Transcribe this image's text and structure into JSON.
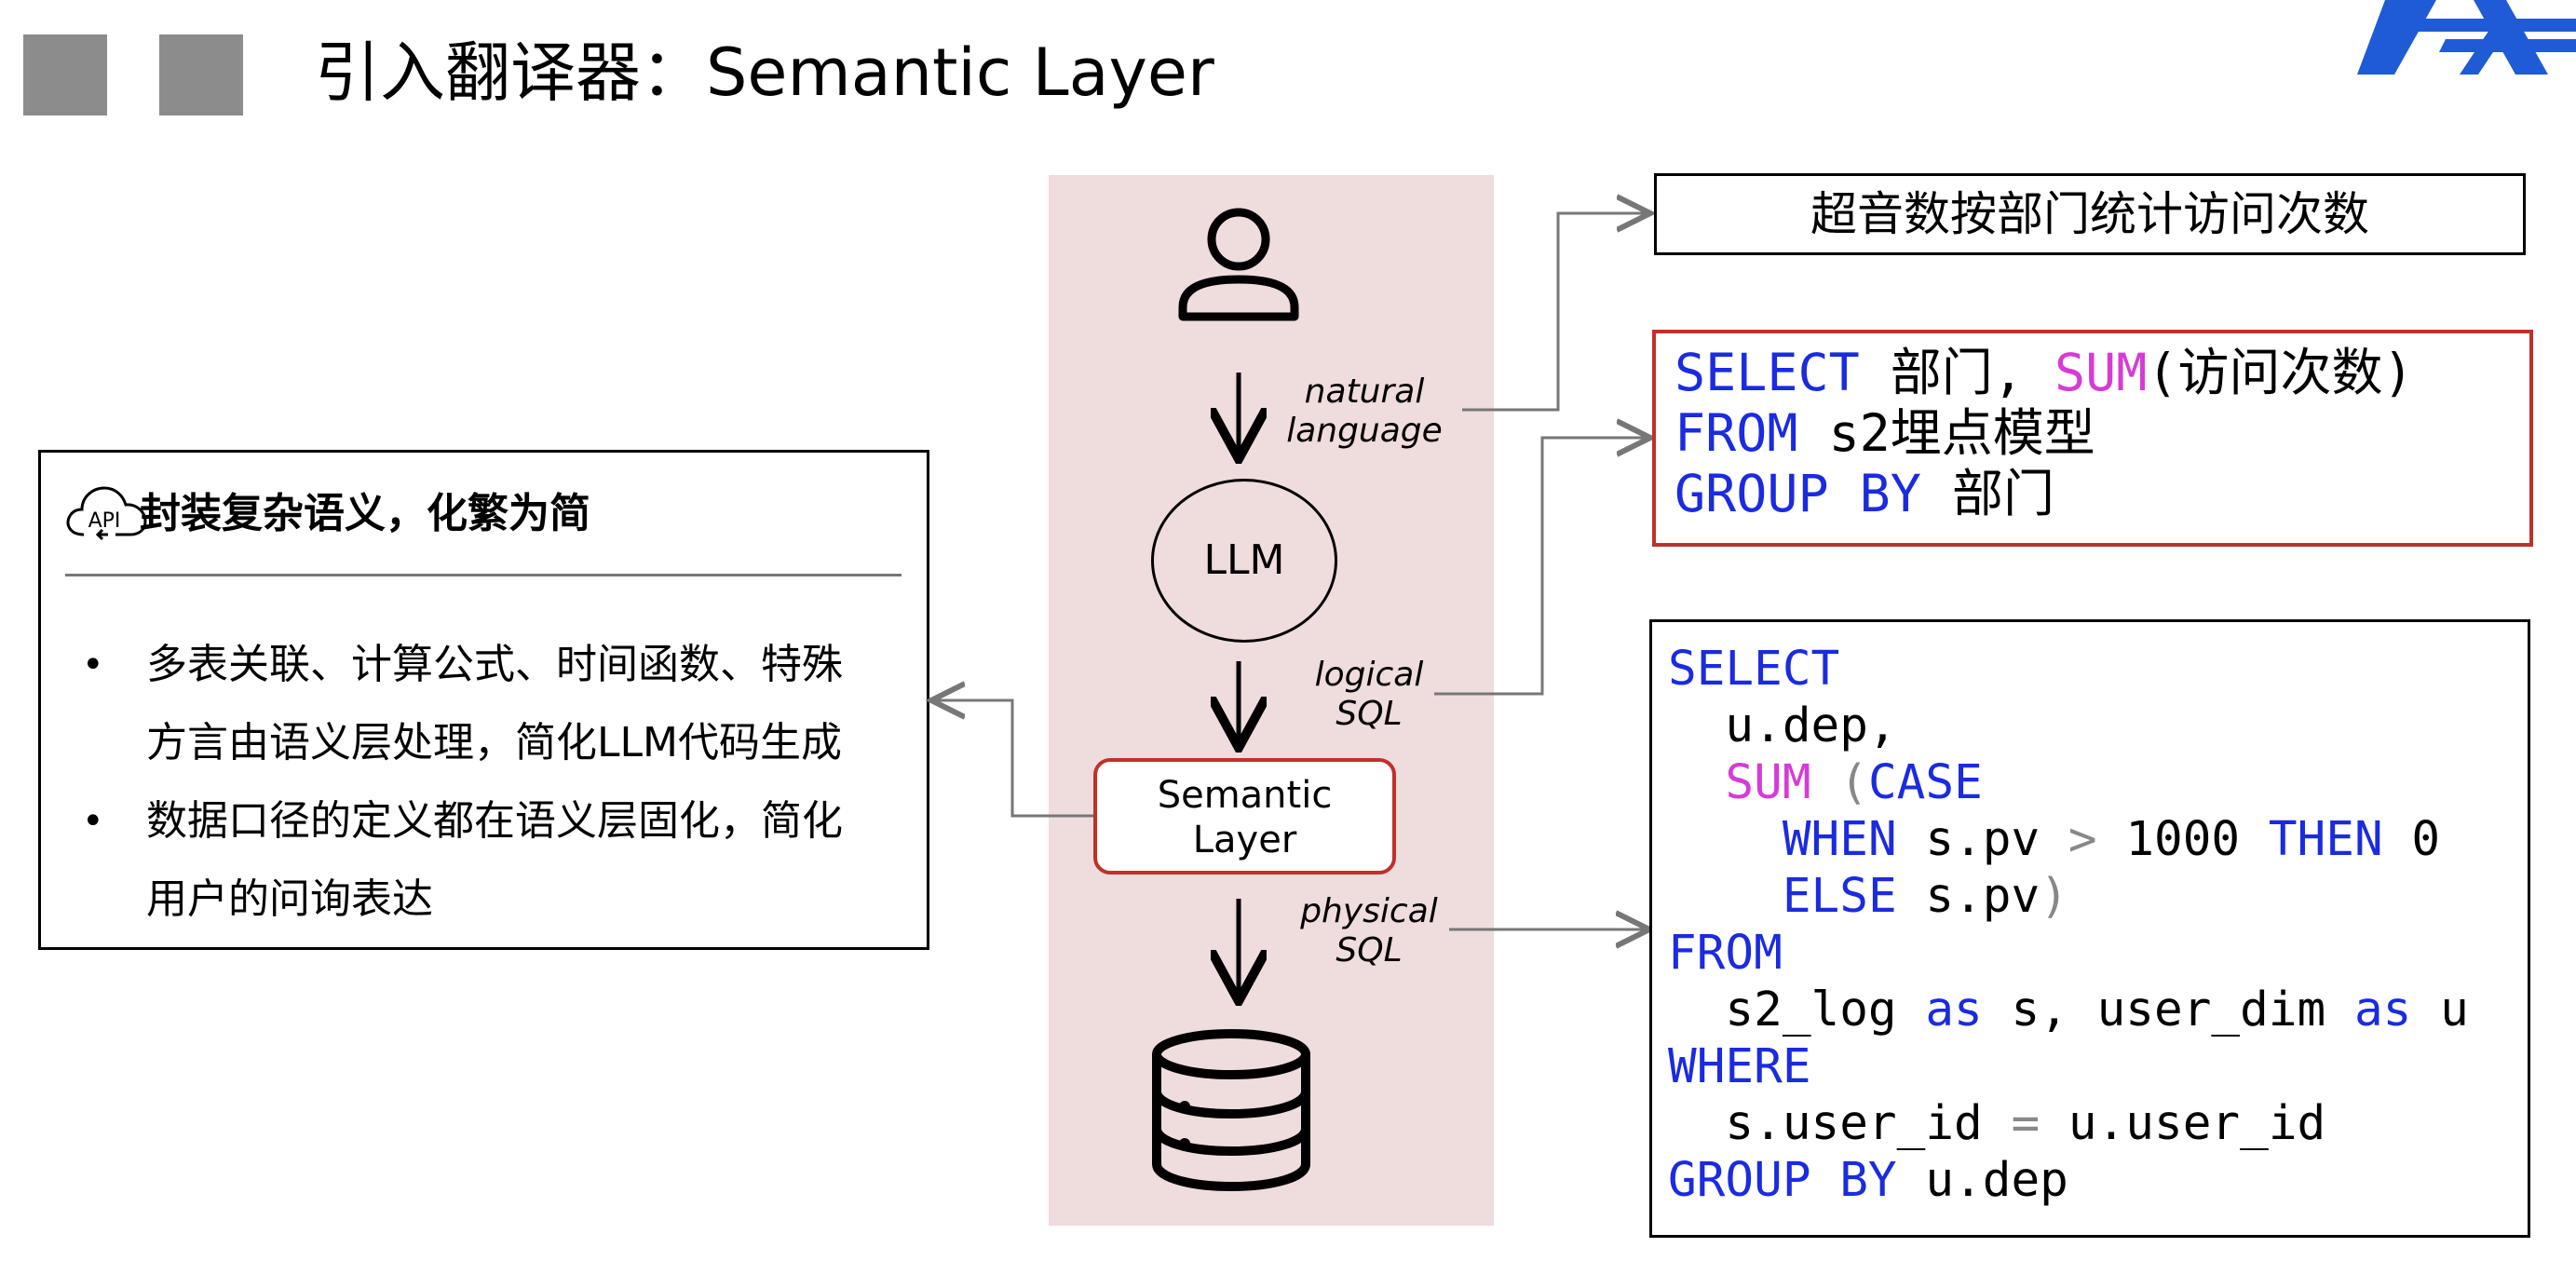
{
  "slide": {
    "title": "引入翻译器：Semantic Layer",
    "accent_color": "#c0302c",
    "band_color": "#efdcdc",
    "logo_color": "#1f5bd6"
  },
  "panel": {
    "icon": "cloud-api-icon",
    "icon_text": "API",
    "heading": "封装复杂语义，化繁为简",
    "bullets": [
      {
        "lines": [
          "多表关联、计算公式、时间函数、特殊",
          "方言由语义层处理，简化LLM代码生成"
        ]
      },
      {
        "lines": [
          "数据口径的定义都在语义层固化，简化",
          "用户的问询表达"
        ]
      }
    ]
  },
  "flow": {
    "user_icon": "user-icon",
    "natural_label": [
      "natural",
      "language"
    ],
    "llm_label": "LLM",
    "logical_label": [
      "logical",
      "SQL"
    ],
    "semantic_label": [
      "Semantic",
      "Layer"
    ],
    "physical_label": [
      "physical",
      "SQL"
    ],
    "db_icon": "database-icon"
  },
  "query_box": {
    "text": "超音数按部门统计访问次数"
  },
  "logical_sql": {
    "select_kw": "SELECT",
    "dept": " 部门, ",
    "sum_fn": "SUM",
    "sum_arg": "(访问次数)",
    "from_kw": "FROM",
    "table": " s2埋点模型",
    "group_kw": "GROUP BY",
    "group_col": " 部门"
  },
  "physical_sql": {
    "l1_kw": "SELECT",
    "l2_text": "  u.dep,",
    "l3_sp": "  ",
    "l3_fn": "SUM",
    "l3_paren": " (",
    "l3_kw": "CASE",
    "l4_sp": "    ",
    "l4_kw": "WHEN",
    "l4_t1": " s.pv ",
    "l4_op": ">",
    "l4_t2": " 1000 ",
    "l4_kw2": "THEN",
    "l4_t3": " 0",
    "l5_sp": "    ",
    "l5_kw": "ELSE",
    "l5_t": " s.pv",
    "l5_paren": ")",
    "l6_kw": "FROM",
    "l7_t1": "  s2_log ",
    "l7_kw1": "as",
    "l7_t2": " s, user_dim ",
    "l7_kw2": "as",
    "l7_t3": " u",
    "l8_kw": "WHERE",
    "l9_t1": "  s.user_id ",
    "l9_op": "=",
    "l9_t2": " u.user_id",
    "l10_kw": "GROUP BY",
    "l10_t": " u.dep"
  }
}
